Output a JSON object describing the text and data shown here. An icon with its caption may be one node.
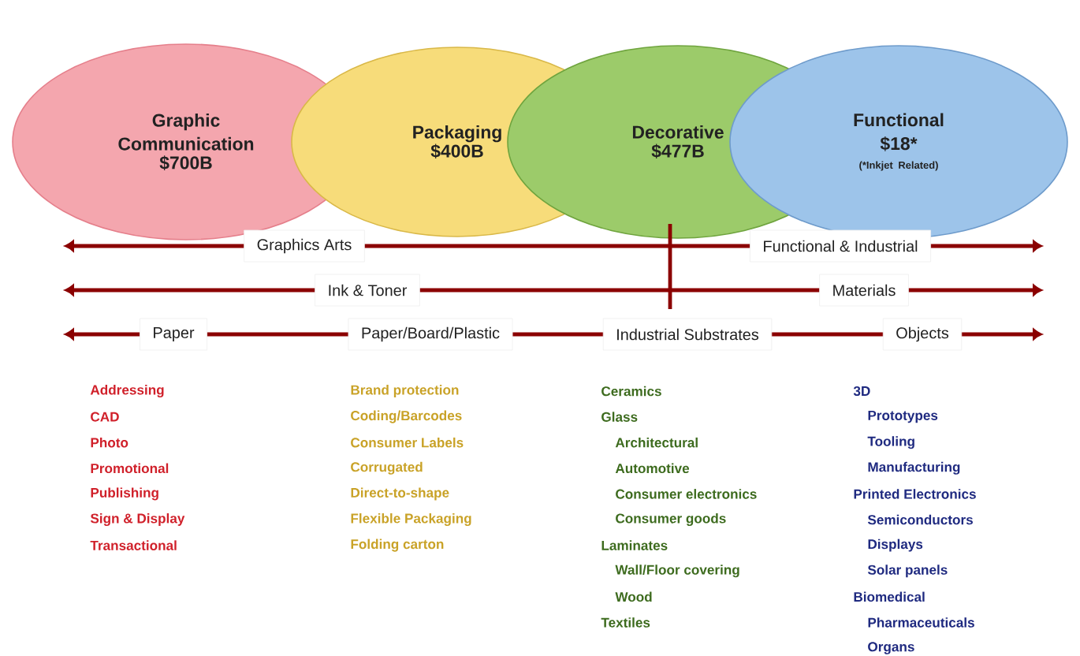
{
  "diagram": {
    "nodes": [
      {
        "text": [
          "Graphic Communication",
          "$700B"
        ]
      },
      {
        "text": [
          "Packaging",
          "$400B"
        ]
      },
      {
        "text": [
          "Decorative",
          "$477B"
        ]
      },
      {
        "text": [
          "Functional",
          "$18*",
          "(*Inkjet Related)"
        ]
      }
    ],
    "labels": [
      "Graphics Arts",
      "Functional & Industrial",
      "Ink & Toner",
      "Materials",
      "Paper",
      "Paper/Board/Plastic",
      "Industrial Substrates",
      "Objects",
      "Addressing",
      "CAD",
      "Photo",
      "Promotional",
      "Publishing",
      "Sign & Display",
      "Transactional",
      "Brand protection",
      "Coding/Barcodes",
      "Consumer Labels",
      "Corrugated",
      "Direct-to-shape",
      "Flexible Packaging",
      "Folding carton",
      "Ceramics",
      "Glass",
      "Architectural",
      "Automotive",
      "Consumer electronics",
      "Consumer goods",
      "Laminates",
      "Wall/Floor covering",
      "Wood",
      "Textiles",
      "3D",
      "Prototypes",
      "Tooling",
      "Manufacturing",
      "Printed Electronics",
      "Semiconductors",
      "Displays",
      "Solar panels",
      "Biomedical",
      "Pharmaceuticals",
      "Organs"
    ]
  }
}
